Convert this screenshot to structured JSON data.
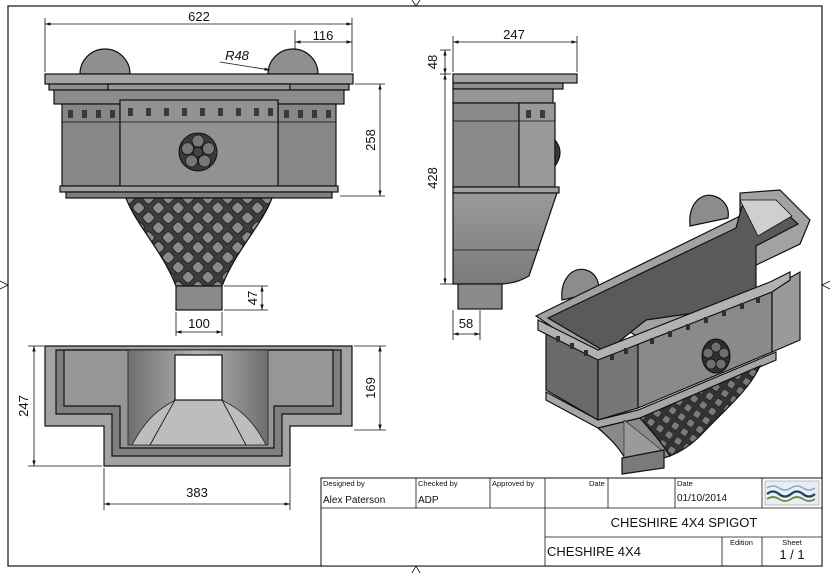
{
  "dimensions": {
    "width_overall": "622",
    "cap_offset": "116",
    "radius": "R48",
    "height_body": "258",
    "spigot_height": "47",
    "spigot_width": "100",
    "side_width": "247",
    "side_top": "48",
    "side_height": "428",
    "side_spigot": "58",
    "plan_depth": "247",
    "plan_inner": "169",
    "plan_width": "383"
  },
  "title_block": {
    "designed_by_label": "Designed by",
    "designed_by": "Alex Paterson",
    "checked_by_label": "Checked by",
    "checked_by": "ADP",
    "approved_by_label": "Approved by",
    "date_label_1": "Date",
    "date_label_2": "Date",
    "date": "01/10/2014",
    "title": "CHESHIRE 4X4 SPIGOT",
    "part": "CHESHIRE 4X4",
    "edition_label": "Edition",
    "sheet_label": "Sheet",
    "sheet": "1 / 1"
  },
  "colors": {
    "body": "#8c8c8c",
    "body_light": "#a8a8a8",
    "body_dark": "#5e5e5e",
    "line": "#111111"
  }
}
